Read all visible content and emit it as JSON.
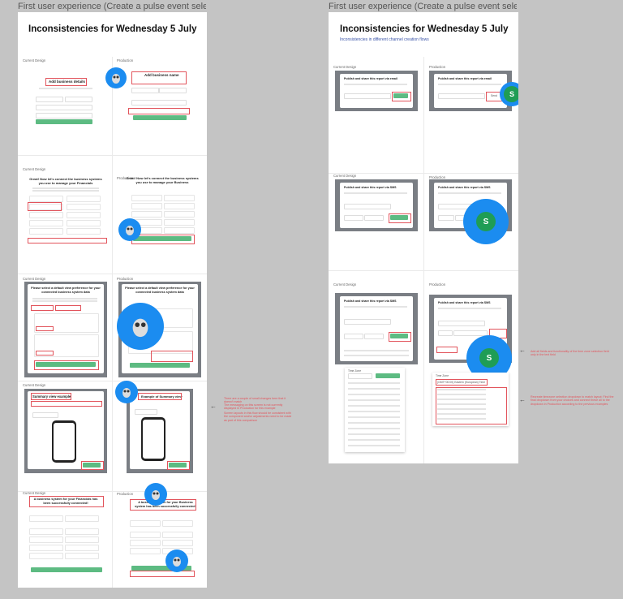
{
  "frames": [
    {
      "label": "First user experience (Create a pulse event sele...",
      "title": "Inconsistencies for Wednesday 5 July",
      "subtitle": ""
    },
    {
      "label": "First user experience (Create a pulse event sele...",
      "title": "Inconsistencies for Wednesday 5 July",
      "subtitle": "Inconsistencies in different channel creation flows"
    }
  ],
  "labels": {
    "current": "Current Design",
    "production": "Production"
  },
  "left": {
    "s1": {
      "current_title": "Add business details",
      "production_title": "Add business name"
    },
    "s2": {
      "current_title": "Great! Now let's connect the business systems you use to manage your Financials",
      "production_title": "Great! Now let's connect the business systems you use to manage your Business"
    },
    "s3": {
      "current_title": "Please select a default view preference for your connected business system data",
      "production_title": "Please select a default view preference for your connected business system data"
    },
    "s4": {
      "current_title": "Summary view example",
      "production_title": "Example of Summary view"
    },
    "s5": {
      "current_title": "A business system for your Financials has been successfully connected!",
      "production_title": "A business system for your Business system has been successfully connected!"
    },
    "notes": [
      "There are a couple of small changes here that it doesn't match",
      "The messaging on this screen is not currently displayed in Production for this example",
      "Screen layouts in this flow should be consistent with the component and/or adjustments need to be made as part of this comparison"
    ]
  },
  "right": {
    "s1": {
      "title": "Publish and share this report via email",
      "send": "Send"
    },
    "s2": {
      "title": "Publish and share this report via SMS"
    },
    "s3": {
      "title": "Publish and share this report via SMS",
      "time_zone": "Time Zone",
      "time_zone_value": "(GMT+00:00) Eastern (European) Time"
    },
    "notes": [
      "Add all fields and functionality of the time zone selection field only in the text field",
      "Recreate timezone selection dropdown to match layout: Find the final dropdown from your choices and connect these all to the dropdown in Production according to the previous examples"
    ],
    "sms_letter": "S"
  }
}
